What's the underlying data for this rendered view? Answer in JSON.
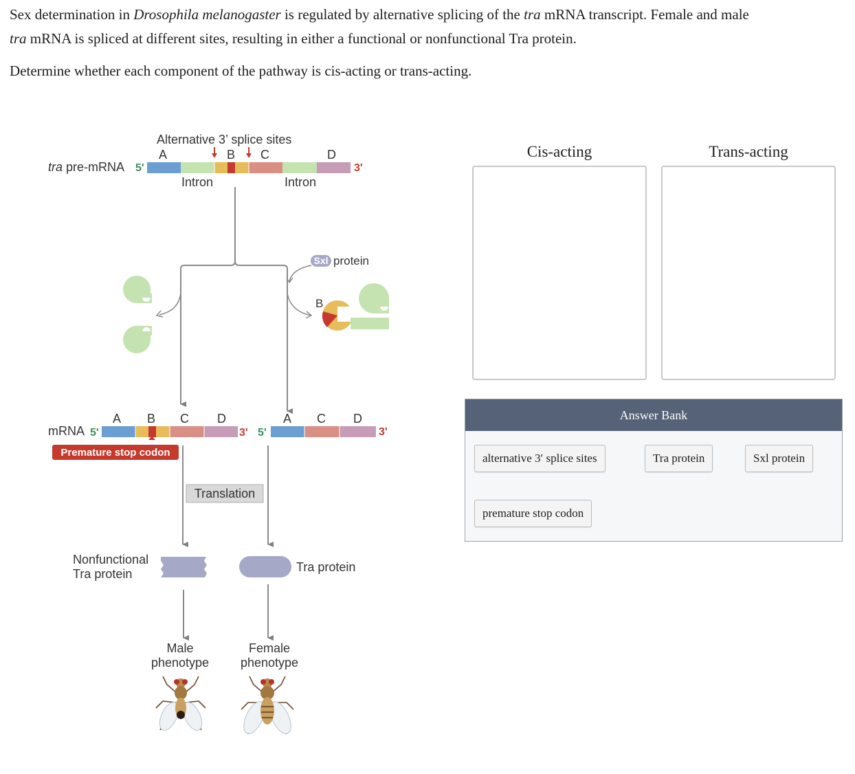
{
  "question": {
    "line1_pre": "Sex determination in ",
    "line1_species": "Drosophila melanogaster",
    "line1_mid": " is regulated by alternative splicing of the ",
    "line1_gene": "tra",
    "line1_post": " mRNA transcript. Female and male",
    "line2_gene": "tra",
    "line2_post": " mRNA is spliced at different sites, resulting in either a functional or nonfunctional Tra protein.",
    "instruction": "Determine whether each component of the pathway is cis-acting or trans-acting."
  },
  "diagram": {
    "alt_sites_label": "Alternative 3’ splice sites",
    "pre_mrna_gene": "tra",
    "pre_mrna_label": " pre-mRNA",
    "five_prime": "5'",
    "three_prime": "3'",
    "exon_a": "A",
    "exon_b": "B",
    "exon_c": "C",
    "exon_d": "D",
    "intron": "Intron",
    "sxl_badge": "Sxl",
    "sxl_protein": "protein",
    "mrna_label": "mRNA",
    "premature_stop": "Premature stop codon",
    "translation": "Translation",
    "nonfunctional_1": "Nonfunctional",
    "nonfunctional_2": "Tra protein",
    "tra_protein": "Tra protein",
    "male_1": "Male",
    "male_2": "phenotype",
    "female_1": "Female",
    "female_2": "phenotype"
  },
  "buckets": {
    "cis_title": "Cis-acting",
    "trans_title": "Trans-acting"
  },
  "answer_bank": {
    "title": "Answer Bank",
    "items": [
      "alternative 3′ splice sites",
      "Tra protein",
      "Sxl protein",
      "premature stop codon"
    ]
  },
  "colors": {
    "exon_a": "#6b9fd4",
    "intron": "#c4e3b1",
    "exon_b": "#e7bc5a",
    "stop_red": "#c53a2c",
    "exon_c": "#d98f84",
    "exon_d": "#c79cb7",
    "protein": "#a6a8c8",
    "green_label": "#3f8e5d",
    "bank_header": "#566277"
  }
}
